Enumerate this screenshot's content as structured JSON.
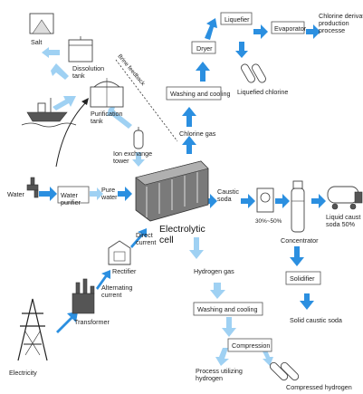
{
  "colors": {
    "arrow": "#2b8fe0",
    "arrow_light": "#9fd1f3",
    "text": "#222222"
  },
  "labels": {
    "salt": "Salt",
    "dissolution_tank": "Dissolution tank",
    "brine_feedback": "Brine feedback",
    "purification_tank": "Purification tank",
    "ion_exchange_tower": "Ion exchange tower",
    "water": "Water",
    "water_purifier": "Water purifier",
    "pure_water": "Pure water",
    "electrolytic_cell": "Electrolytic cell",
    "direct_current": "Direct current",
    "rectifier": "Rectifier",
    "alternating_current": "Alternating current",
    "transformer": "Transformer",
    "electricity": "Electricity",
    "chlorine_gas": "Chlorine gas",
    "washing_cooling_top": "Washing and cooling",
    "dryer": "Dryer",
    "liquefier": "Liquefier",
    "evaporator": "Evaporator",
    "chlorine_derivative": "Chlorine derivat production processe",
    "liquefied_chlorine": "Liquefied chlorine",
    "caustic_soda": "Caustic soda",
    "concentration_range": "30%~50%",
    "concentrator": "Concentrator",
    "liquid_caustic_soda": "Liquid caust soda 50%",
    "solidifier": "Solidifier",
    "solid_caustic_soda": "Solid caustic soda",
    "hydrogen_gas": "Hydrogen gas",
    "washing_cooling_bottom": "Washing and cooling",
    "compression": "Compression",
    "process_utilizing_hydrogen": "Process utilizing hydrogen",
    "compressed_hydrogen": "Compressed hydrogen"
  }
}
